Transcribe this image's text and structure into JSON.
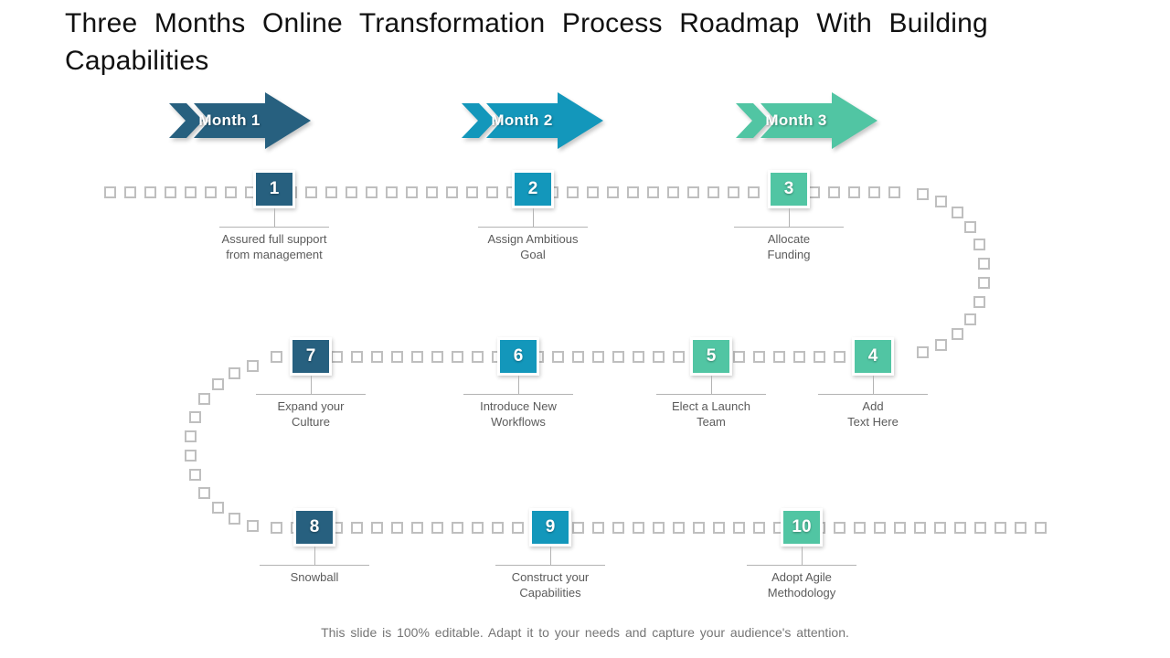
{
  "slide": {
    "title": "Three Months Online Transformation Process Roadmap With Building Capabilities",
    "footer": "This slide is 100% editable. Adapt it to your needs and capture your audience's attention."
  },
  "colors": {
    "month1": "#27607f",
    "month2": "#1397bb",
    "month3": "#51c5a3",
    "dot_border": "#bfbfbf",
    "label_text": "#5b5b5b",
    "connector_line": "#b3b3b3",
    "title_text": "#111111",
    "footer_text": "#757575"
  },
  "months": [
    {
      "label": "Month 1",
      "color": "month1"
    },
    {
      "label": "Month 2",
      "color": "month2"
    },
    {
      "label": "Month 3",
      "color": "month3"
    }
  ],
  "steps": [
    {
      "number": "1",
      "line1": "Assured full support",
      "line2": "from management",
      "color": "month1"
    },
    {
      "number": "2",
      "line1": "Assign Ambitious",
      "line2": "Goal",
      "color": "month2"
    },
    {
      "number": "3",
      "line1": "Allocate",
      "line2": "Funding",
      "color": "month3"
    },
    {
      "number": "4",
      "line1": "Add",
      "line2": "Text Here",
      "color": "month3"
    },
    {
      "number": "5",
      "line1": "Elect a Launch",
      "line2": "Team",
      "color": "month3"
    },
    {
      "number": "6",
      "line1": "Introduce New",
      "line2": "Workflows",
      "color": "month2"
    },
    {
      "number": "7",
      "line1": "Expand your",
      "line2": "Culture",
      "color": "month1"
    },
    {
      "number": "8",
      "line1": "Snowball",
      "line2": "",
      "color": "month1"
    },
    {
      "number": "9",
      "line1": "Construct your",
      "line2": "Capabilities",
      "color": "month2"
    },
    {
      "number": "10",
      "line1": "Adopt Agile",
      "line2": "Methodology",
      "color": "month3"
    }
  ]
}
